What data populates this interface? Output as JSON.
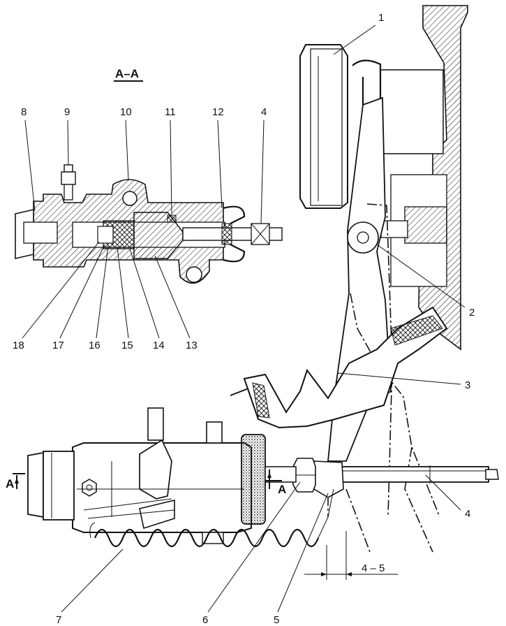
{
  "section_title": "A–A",
  "callouts": {
    "c1": "1",
    "c2": "2",
    "c3": "3",
    "c4_top": "4",
    "c4_bottom": "4",
    "c5": "5",
    "c6": "6",
    "c7": "7",
    "c8": "8",
    "c9": "9",
    "c10": "10",
    "c11": "11",
    "c12": "12",
    "c13": "13",
    "c14": "14",
    "c15": "15",
    "c16": "16",
    "c17": "17",
    "c18": "18"
  },
  "section_marks": {
    "left": "A",
    "right": "A"
  },
  "dimension": "4 – 5"
}
